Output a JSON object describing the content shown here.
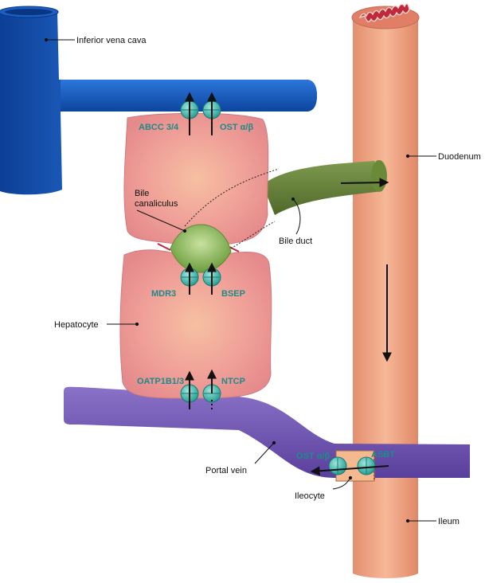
{
  "labels": {
    "inferior_vena_cava": "Inferior vena cava",
    "duodenum": "Duodenum",
    "bile_canaliculus_line1": "Bile",
    "bile_canaliculus_line2": "canaliculus",
    "bile_duct": "Bile duct",
    "hepatocyte": "Hepatocyte",
    "portal_vein": "Portal vein",
    "ileocyte": "Ileocyte",
    "ileum": "Ileum"
  },
  "transporters": {
    "abcc": "ABCC 3/4",
    "ost_top": "OST α/β",
    "mdr3": "MDR3",
    "bsep": "BSEP",
    "oatp": "OATP1B1/3",
    "ntcp": "NTCP",
    "ost_ileum": "OST α/β",
    "asbt": "ASBT"
  },
  "colors": {
    "vena_cava": "#1a5fc4",
    "hepatocyte": "#ec9a98",
    "canaliculus": "#7fae4e",
    "bile_duct": "#64803a",
    "intestine": "#f2a783",
    "portal_vein": "#7257b4",
    "transporter": "#2aa79c",
    "transporter_text": "#1f8a8a"
  }
}
